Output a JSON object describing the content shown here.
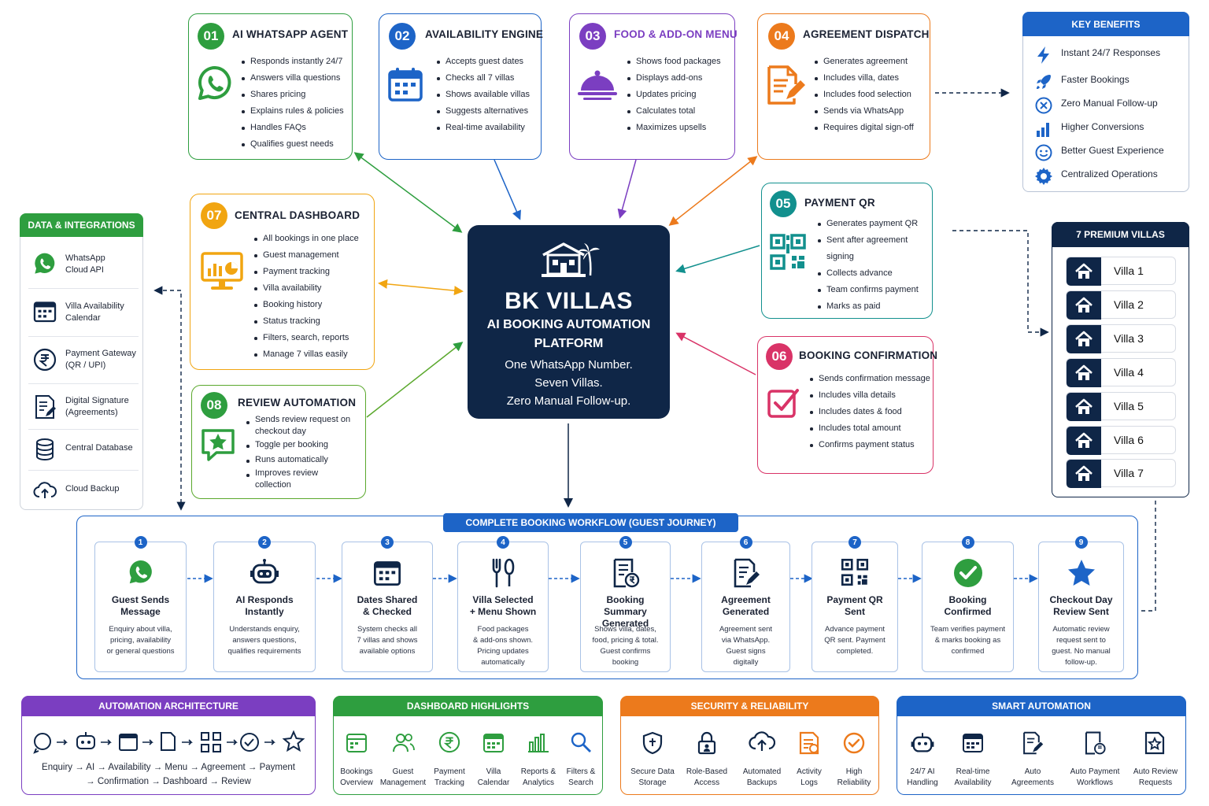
{
  "colors": {
    "green": "#2e9e3f",
    "blue": "#1d64c7",
    "purple": "#7b3ec1",
    "orange": "#ec7a1c",
    "yellow": "#f1a511",
    "teal": "#12908e",
    "pink": "#d93367",
    "navy": "#0f2647"
  },
  "center": {
    "title": "BK VILLAS",
    "subtitle1": "AI BOOKING AUTOMATION",
    "subtitle2": "PLATFORM",
    "tag1": "One WhatsApp Number.",
    "tag2": "Seven Villas.",
    "tag3": "Zero Manual Follow-up."
  },
  "cards": [
    {
      "num": "01",
      "title": "AI WHATSAPP AGENT",
      "icon": "whatsapp-icon",
      "items": [
        "Responds instantly 24/7",
        "Answers villa questions",
        "Shares pricing",
        "Explains rules & policies",
        "Handles FAQs",
        "Qualifies guest needs"
      ]
    },
    {
      "num": "02",
      "title": "AVAILABILITY ENGINE",
      "icon": "calendar-icon",
      "items": [
        "Accepts guest dates",
        "Checks all 7 villas",
        "Shows available villas",
        "Suggests alternatives",
        "Real-time availability"
      ]
    },
    {
      "num": "03",
      "title": "FOOD & ADD-ON MENU",
      "icon": "cloche-icon",
      "items": [
        "Shows food packages",
        "Displays add-ons",
        "Updates pricing",
        "Calculates total",
        "Maximizes upsells"
      ]
    },
    {
      "num": "04",
      "title": "AGREEMENT DISPATCH",
      "icon": "document-pen-icon",
      "items": [
        "Generates agreement",
        "Includes villa, dates",
        "Includes food selection",
        "Sends via WhatsApp",
        "Requires digital sign-off"
      ]
    },
    {
      "num": "05",
      "title": "PAYMENT QR",
      "icon": "qr-code-icon",
      "items": [
        "Generates payment QR",
        "Sent after agreement",
        "signing",
        "Collects advance",
        "Team confirms payment",
        "Marks as paid"
      ]
    },
    {
      "num": "06",
      "title": "BOOKING CONFIRMATION",
      "icon": "checkbox-icon",
      "items": [
        "Sends confirmation message",
        "Includes villa details",
        "Includes dates & food",
        "Includes total amount",
        "Confirms payment status"
      ]
    },
    {
      "num": "07",
      "title": "CENTRAL DASHBOARD",
      "icon": "monitor-chart-icon",
      "items": [
        "All bookings in one place",
        "Guest management",
        "Payment tracking",
        "Villa availability",
        "Booking history",
        "Status tracking",
        "Filters, search, reports",
        "Manage 7 villas easily"
      ]
    },
    {
      "num": "08",
      "title": "REVIEW AUTOMATION",
      "icon": "star-chat-icon",
      "items": [
        "Sends review request on",
        "checkout day",
        "Toggle per booking",
        "Runs automatically",
        "Improves review",
        "collection"
      ]
    }
  ],
  "data_panel": {
    "title": "DATA & INTEGRATIONS",
    "items": [
      {
        "icon": "whatsapp-icon",
        "l1": "WhatsApp",
        "l2": "Cloud API"
      },
      {
        "icon": "calendar-icon",
        "l1": "Villa Availability",
        "l2": "Calendar"
      },
      {
        "icon": "rupee-icon",
        "l1": "Payment Gateway",
        "l2": "(QR / UPI)"
      },
      {
        "icon": "signature-doc-icon",
        "l1": "Digital Signature",
        "l2": "(Agreements)"
      },
      {
        "icon": "database-icon",
        "l1": "Central Database",
        "l2": ""
      },
      {
        "icon": "cloud-upload-icon",
        "l1": "Cloud Backup",
        "l2": ""
      }
    ]
  },
  "benefits": {
    "title": "KEY BENEFITS",
    "items": [
      "Instant 24/7 Responses",
      "Faster Bookings",
      "Zero Manual Follow-up",
      "Higher Conversions",
      "Better Guest Experience",
      "Centralized Operations"
    ]
  },
  "villas": {
    "title": "7 PREMIUM VILLAS",
    "items": [
      "Villa 1",
      "Villa 2",
      "Villa 3",
      "Villa 4",
      "Villa 5",
      "Villa 6",
      "Villa 7"
    ]
  },
  "workflow": {
    "title": "COMPLETE BOOKING WORKFLOW (GUEST JOURNEY)",
    "steps": [
      {
        "n": "1",
        "t1": "Guest Sends",
        "t2": "Message",
        "d": [
          "Enquiry about villa,",
          "pricing, availability",
          "or general questions"
        ]
      },
      {
        "n": "2",
        "t1": "AI Responds",
        "t2": "Instantly",
        "d": [
          "Understands enquiry,",
          "answers questions,",
          "qualifies requirements"
        ]
      },
      {
        "n": "3",
        "t1": "Dates Shared",
        "t2": "& Checked",
        "d": [
          "System checks all",
          "7 villas and shows",
          "available options"
        ]
      },
      {
        "n": "4",
        "t1": "Villa Selected",
        "t2": "+ Menu Shown",
        "d": [
          "Food packages",
          "& add-ons shown.",
          "Pricing updates",
          "automatically"
        ]
      },
      {
        "n": "5",
        "t1": "Booking Summary",
        "t2": "Generated",
        "d": [
          "Shows villa, dates,",
          "food, pricing & total.",
          "Guest confirms",
          "booking"
        ]
      },
      {
        "n": "6",
        "t1": "Agreement",
        "t2": "Generated",
        "d": [
          "Agreement sent",
          "via WhatsApp.",
          "Guest signs",
          "digitally"
        ]
      },
      {
        "n": "7",
        "t1": "Payment QR",
        "t2": "Sent",
        "d": [
          "Advance payment",
          "QR sent. Payment",
          "completed."
        ]
      },
      {
        "n": "8",
        "t1": "Booking",
        "t2": "Confirmed",
        "d": [
          "Team verifies payment",
          "& marks booking as",
          "confirmed"
        ]
      },
      {
        "n": "9",
        "t1": "Checkout Day",
        "t2": "Review Sent",
        "d": [
          "Automatic review",
          "request sent to",
          "guest. No manual",
          "follow-up."
        ]
      }
    ]
  },
  "architecture": {
    "title": "AUTOMATION ARCHITECTURE",
    "line1": "Enquiry → AI → Availability → Menu → Agreement → Payment",
    "line2": "→ Confirmation → Dashboard → Review"
  },
  "dashboard_highlights": {
    "title": "DASHBOARD HIGHLIGHTS",
    "items": [
      {
        "l1": "Bookings",
        "l2": "Overview"
      },
      {
        "l1": "Guest",
        "l2": "Management"
      },
      {
        "l1": "Payment",
        "l2": "Tracking"
      },
      {
        "l1": "Villa",
        "l2": "Calendar"
      },
      {
        "l1": "Reports &",
        "l2": "Analytics"
      },
      {
        "l1": "Filters &",
        "l2": "Search"
      }
    ]
  },
  "security": {
    "title": "SECURITY & RELIABILITY",
    "items": [
      {
        "l1": "Secure Data",
        "l2": "Storage"
      },
      {
        "l1": "Role-Based",
        "l2": "Access"
      },
      {
        "l1": "Automated",
        "l2": "Backups"
      },
      {
        "l1": "Activity",
        "l2": "Logs"
      },
      {
        "l1": "High",
        "l2": "Reliability"
      }
    ]
  },
  "smart": {
    "title": "SMART AUTOMATION",
    "items": [
      {
        "l1": "24/7 AI",
        "l2": "Handling"
      },
      {
        "l1": "Real-time",
        "l2": "Availability"
      },
      {
        "l1": "Auto",
        "l2": "Agreements"
      },
      {
        "l1": "Auto Payment",
        "l2": "Workflows"
      },
      {
        "l1": "Auto Review",
        "l2": "Requests"
      }
    ]
  }
}
